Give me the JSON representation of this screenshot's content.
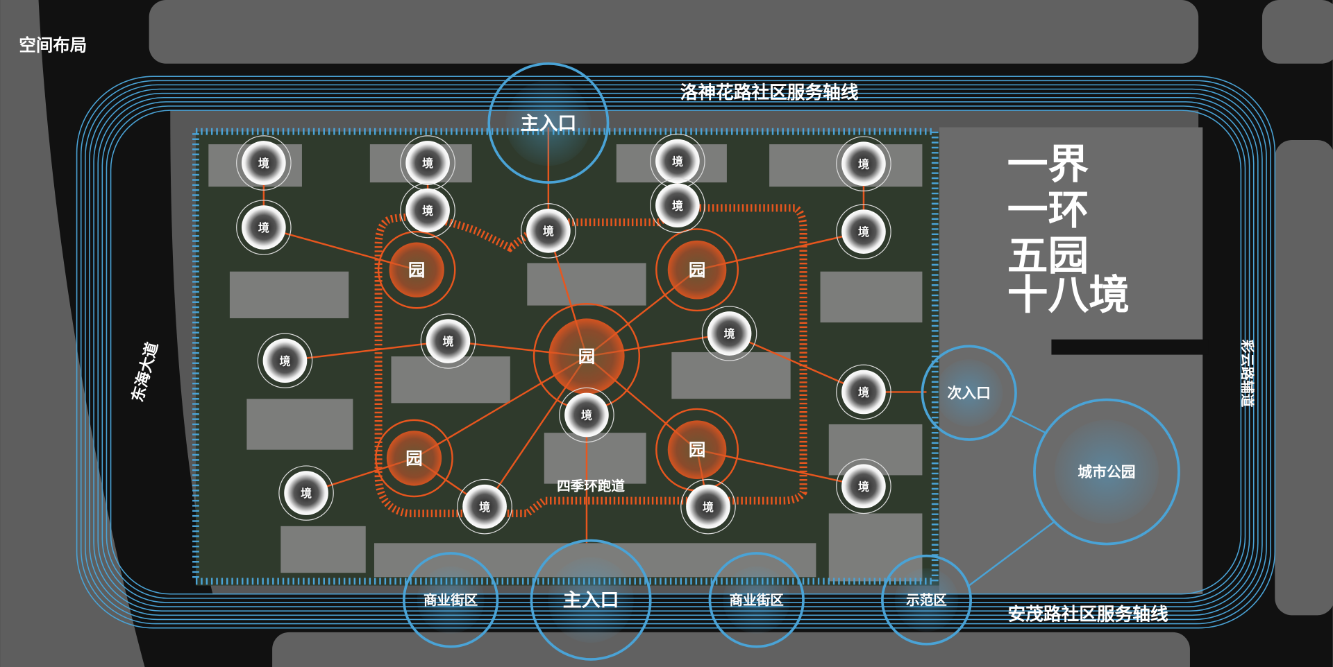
{
  "title": "空间布局",
  "slogan": [
    "一界",
    "一环",
    "五园",
    "十八境"
  ],
  "axes": {
    "north": "洛神花路社区服务轴线",
    "south": "安茂路社区服务轴线",
    "west": "东海大道",
    "east": "彩云路辅道"
  },
  "loop_label": "四季环跑道",
  "scene_label": "境",
  "garden_label": "园",
  "nodes": {
    "main_entrance_top": "主入口",
    "secondary_entrance": "次入口",
    "city_park": "城市公园",
    "commercial_west": "商业街区",
    "main_entrance_bottom": "主入口",
    "commercial_east": "商业街区",
    "demo_area": "示范区"
  },
  "colors": {
    "blue": "#4aa3d6",
    "orange": "#e8561e",
    "bg": "#5b5b5b",
    "road": "#111111"
  }
}
